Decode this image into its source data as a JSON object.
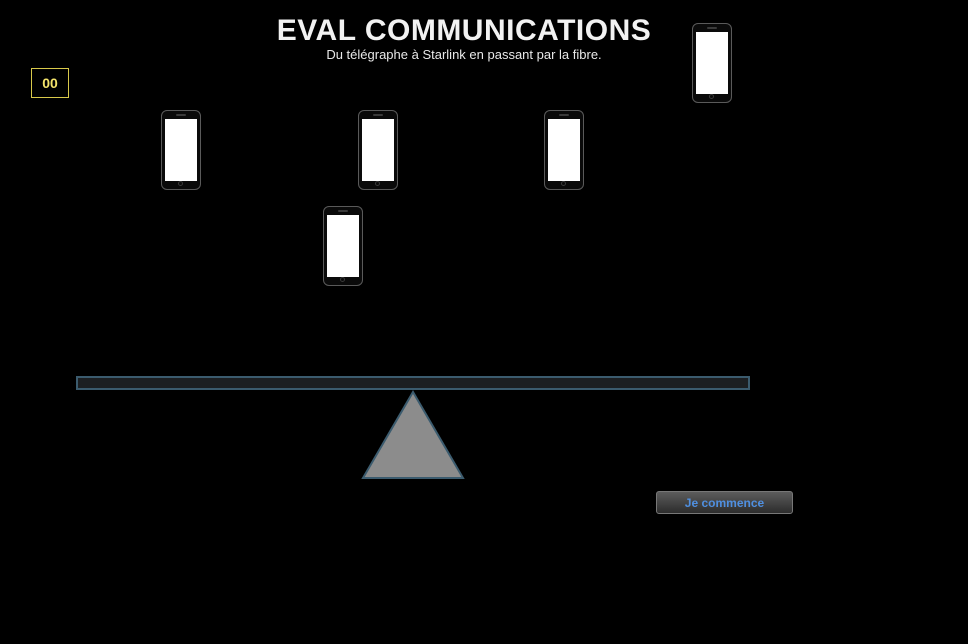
{
  "header": {
    "title": "EVAL COMMUNICATIONS",
    "subtitle": "Du télégraphe à Starlink en passant par la fibre."
  },
  "score": {
    "value": "00"
  },
  "phones": [
    {
      "id": "phone-1"
    },
    {
      "id": "phone-2"
    },
    {
      "id": "phone-3"
    },
    {
      "id": "phone-4"
    },
    {
      "id": "phone-5"
    }
  ],
  "start_button": {
    "label": "Je commence"
  },
  "colors": {
    "background": "#000000",
    "score_border": "#d9c94a",
    "beam_border": "#3b5b6e",
    "fulcrum_fill": "#8c8c8c",
    "button_text": "#4f8fe0"
  }
}
